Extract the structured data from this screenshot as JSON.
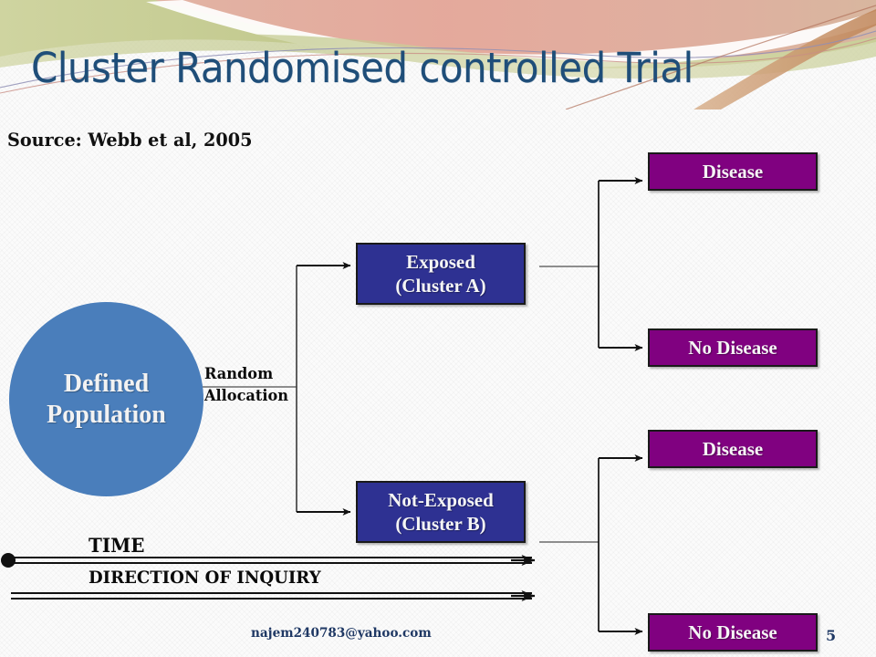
{
  "slide": {
    "title": "Cluster Randomised controlled Trial",
    "source": "Source:  Webb et al, 2005",
    "page_number": "5",
    "footer_email": "najem240783@yahoo.com",
    "background_color": "#fbfbfb"
  },
  "theme": {
    "title_color": "#1f4e79",
    "circle_color": "#4a7ebb",
    "group_box_color": "#2e3192",
    "outcome_box_color": "#800180",
    "box_border_color": "#1a1a1a",
    "box_text_color": "#f5f5f5",
    "connector_color": "#1a1a1a",
    "header_swoosh_olive": "#b5bd7e",
    "header_swoosh_salmon": "#e09f9b",
    "header_swoosh_tan": "#c8956a",
    "footer_text_color": "#1f3864"
  },
  "diagram": {
    "population": {
      "line1": "Defined",
      "line2": "Population"
    },
    "allocation": {
      "line1": "Random",
      "line2": "Allocation"
    },
    "groups": [
      {
        "id": "exposed",
        "line1": "Exposed",
        "line2": "(Cluster A)"
      },
      {
        "id": "not-exposed",
        "line1": "Not-Exposed",
        "line2": "(Cluster  B)"
      }
    ],
    "outcomes": [
      {
        "id": "disease-a",
        "label": "Disease",
        "branch": "exposed"
      },
      {
        "id": "no-disease-a",
        "label": "No Disease",
        "branch": "exposed"
      },
      {
        "id": "disease-b",
        "label": "Disease",
        "branch": "not-exposed"
      },
      {
        "id": "no-disease-b",
        "label": "No Disease",
        "branch": "not-exposed"
      }
    ]
  },
  "axes": {
    "time_label": "TIME",
    "inquiry_label": "DIRECTION OF INQUIRY"
  }
}
